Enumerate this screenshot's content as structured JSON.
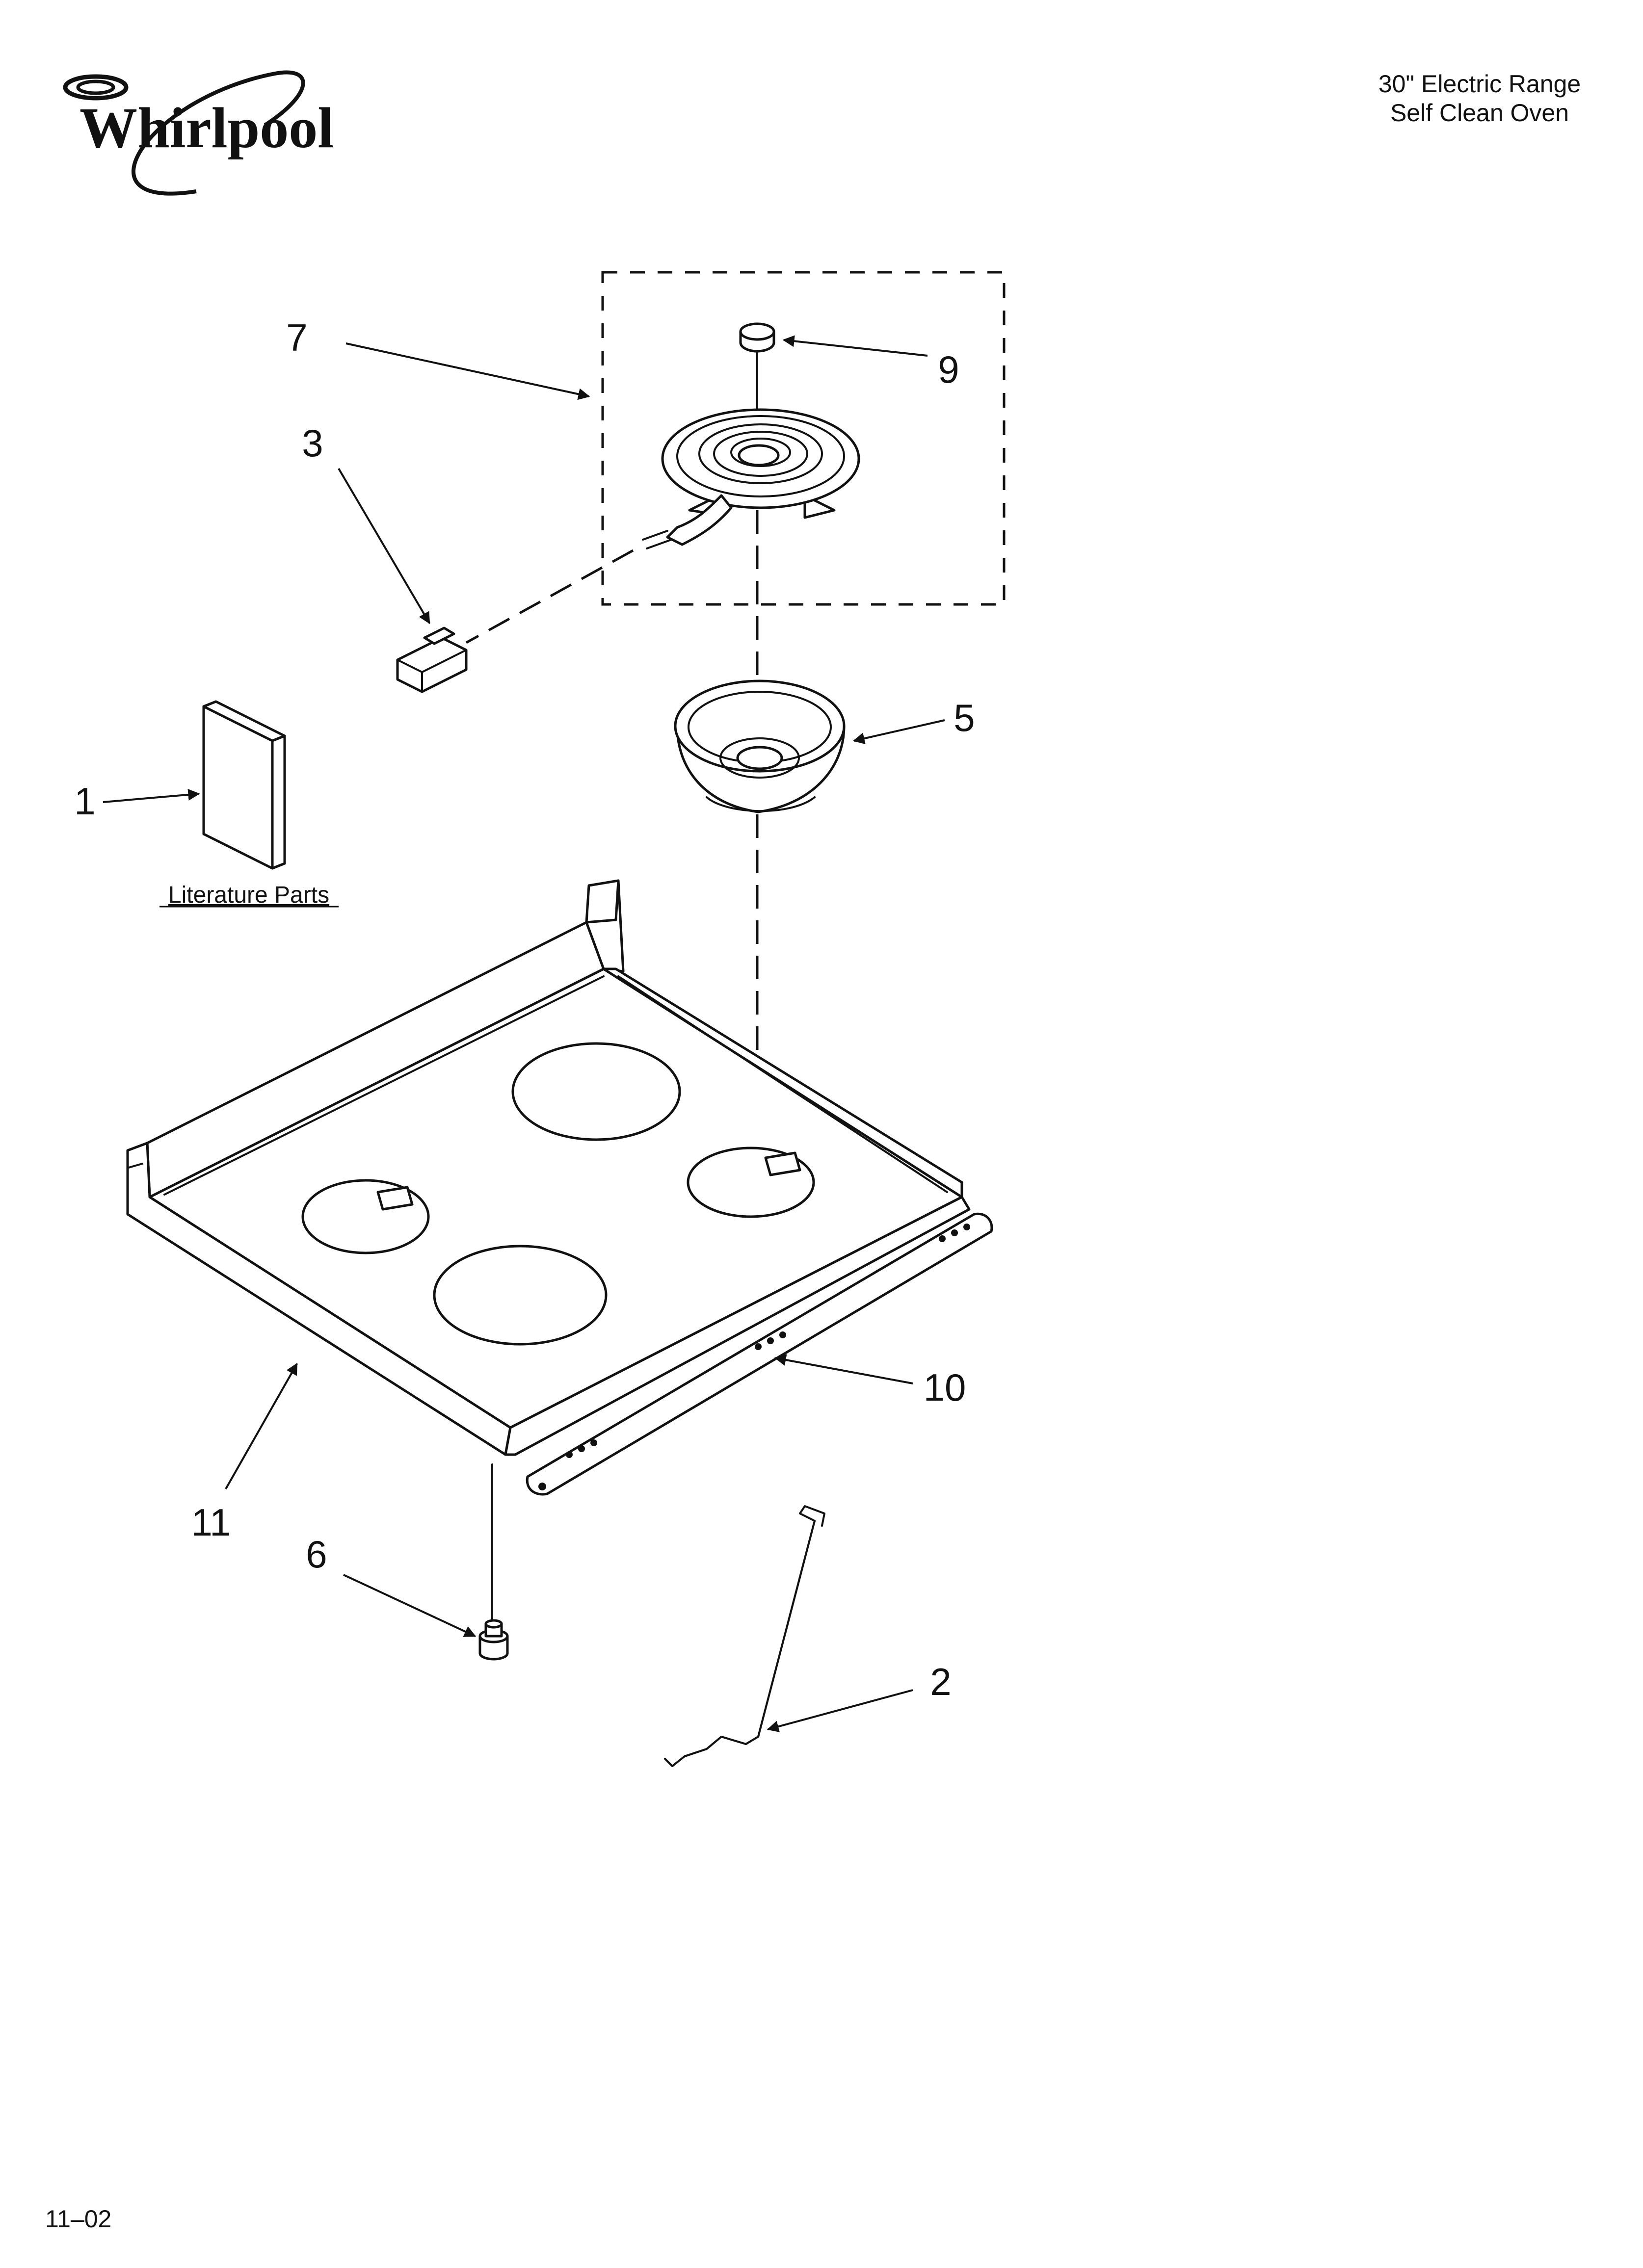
{
  "brand": {
    "logo_text": "Whirlpool"
  },
  "header": {
    "line1": "30\" Electric Range",
    "line2": "Self Clean Oven"
  },
  "literature_label": "Literature Parts",
  "callouts": {
    "c1": "1",
    "c2": "2",
    "c3": "3",
    "c5": "5",
    "c6": "6",
    "c7": "7",
    "c9": "9",
    "c10": "10",
    "c11": "11"
  },
  "footer": {
    "date_code": "11–02"
  }
}
